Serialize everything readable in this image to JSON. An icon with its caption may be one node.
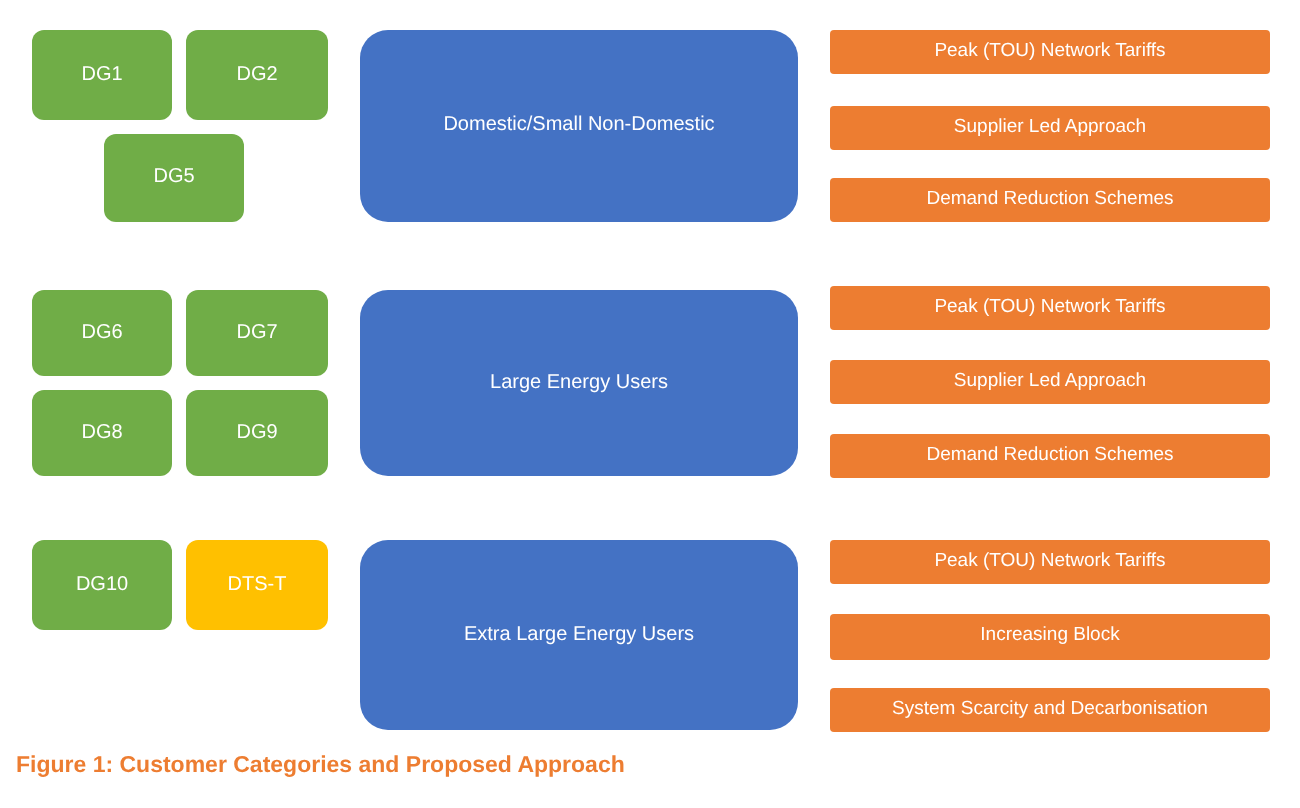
{
  "diagram": {
    "caption": "Figure 1: Customer Categories and Proposed Approach",
    "nodes": [
      {
        "text": [
          "DG1"
        ]
      },
      {
        "text": [
          "DG2"
        ]
      },
      {
        "text": [
          "DG5"
        ]
      },
      {
        "text": [
          "Domestic/Small Non-Domestic"
        ]
      },
      {
        "text": [
          "Peak (TOU) Network Tariffs"
        ]
      },
      {
        "text": [
          "Supplier Led Approach"
        ]
      },
      {
        "text": [
          "Demand Reduction Schemes"
        ]
      },
      {
        "text": [
          "DG6"
        ]
      },
      {
        "text": [
          "DG7"
        ]
      },
      {
        "text": [
          "DG8"
        ]
      },
      {
        "text": [
          "DG9"
        ]
      },
      {
        "text": [
          "Large Energy Users"
        ]
      },
      {
        "text": [
          "Peak (TOU) Network Tariffs"
        ]
      },
      {
        "text": [
          "Supplier Led Approach"
        ]
      },
      {
        "text": [
          "Demand Reduction Schemes"
        ]
      },
      {
        "text": [
          "DG10"
        ]
      },
      {
        "text": [
          "DTS-T"
        ]
      },
      {
        "text": [
          "Extra Large Energy Users"
        ]
      },
      {
        "text": [
          "Peak (TOU) Network Tariffs"
        ]
      },
      {
        "text": [
          "Increasing Block"
        ]
      },
      {
        "text": [
          "System Scarcity and Decarbonisation"
        ]
      }
    ]
  }
}
